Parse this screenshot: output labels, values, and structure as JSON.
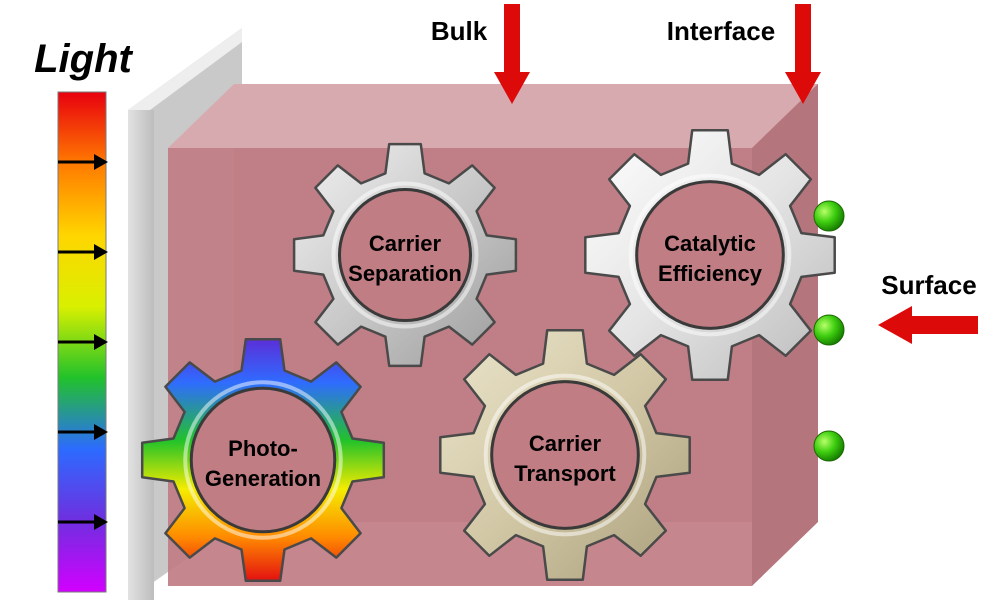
{
  "light": {
    "title": "Light",
    "spectrum_colors": [
      "#e8000f",
      "#ff7a00",
      "#ffd500",
      "#d9f000",
      "#22c22a",
      "#2c6bff",
      "#6f2fe0",
      "#d200ff"
    ],
    "arrow_count": 5
  },
  "labels": {
    "bulk": "Bulk",
    "interface": "Interface",
    "surface": "Surface"
  },
  "gears": [
    {
      "id": "carrier-separation",
      "lines": [
        "Carrier",
        "Separation"
      ],
      "style": "grey"
    },
    {
      "id": "catalytic-efficiency",
      "lines": [
        "Catalytic",
        "Efficiency"
      ],
      "style": "light-grey"
    },
    {
      "id": "photo-generation",
      "lines": [
        "Photo-",
        "Generation"
      ],
      "style": "rainbow"
    },
    {
      "id": "carrier-transport",
      "lines": [
        "Carrier",
        "Transport"
      ],
      "style": "khaki"
    }
  ],
  "colors": {
    "arrow": "#dd0a0a",
    "block_front": "#c07d83",
    "block_top": "#d7aaaf",
    "block_side": "#b5757c",
    "electrode": "#d8d8d8",
    "catalyst": "#22b000"
  },
  "catalyst_dot_count": 3
}
